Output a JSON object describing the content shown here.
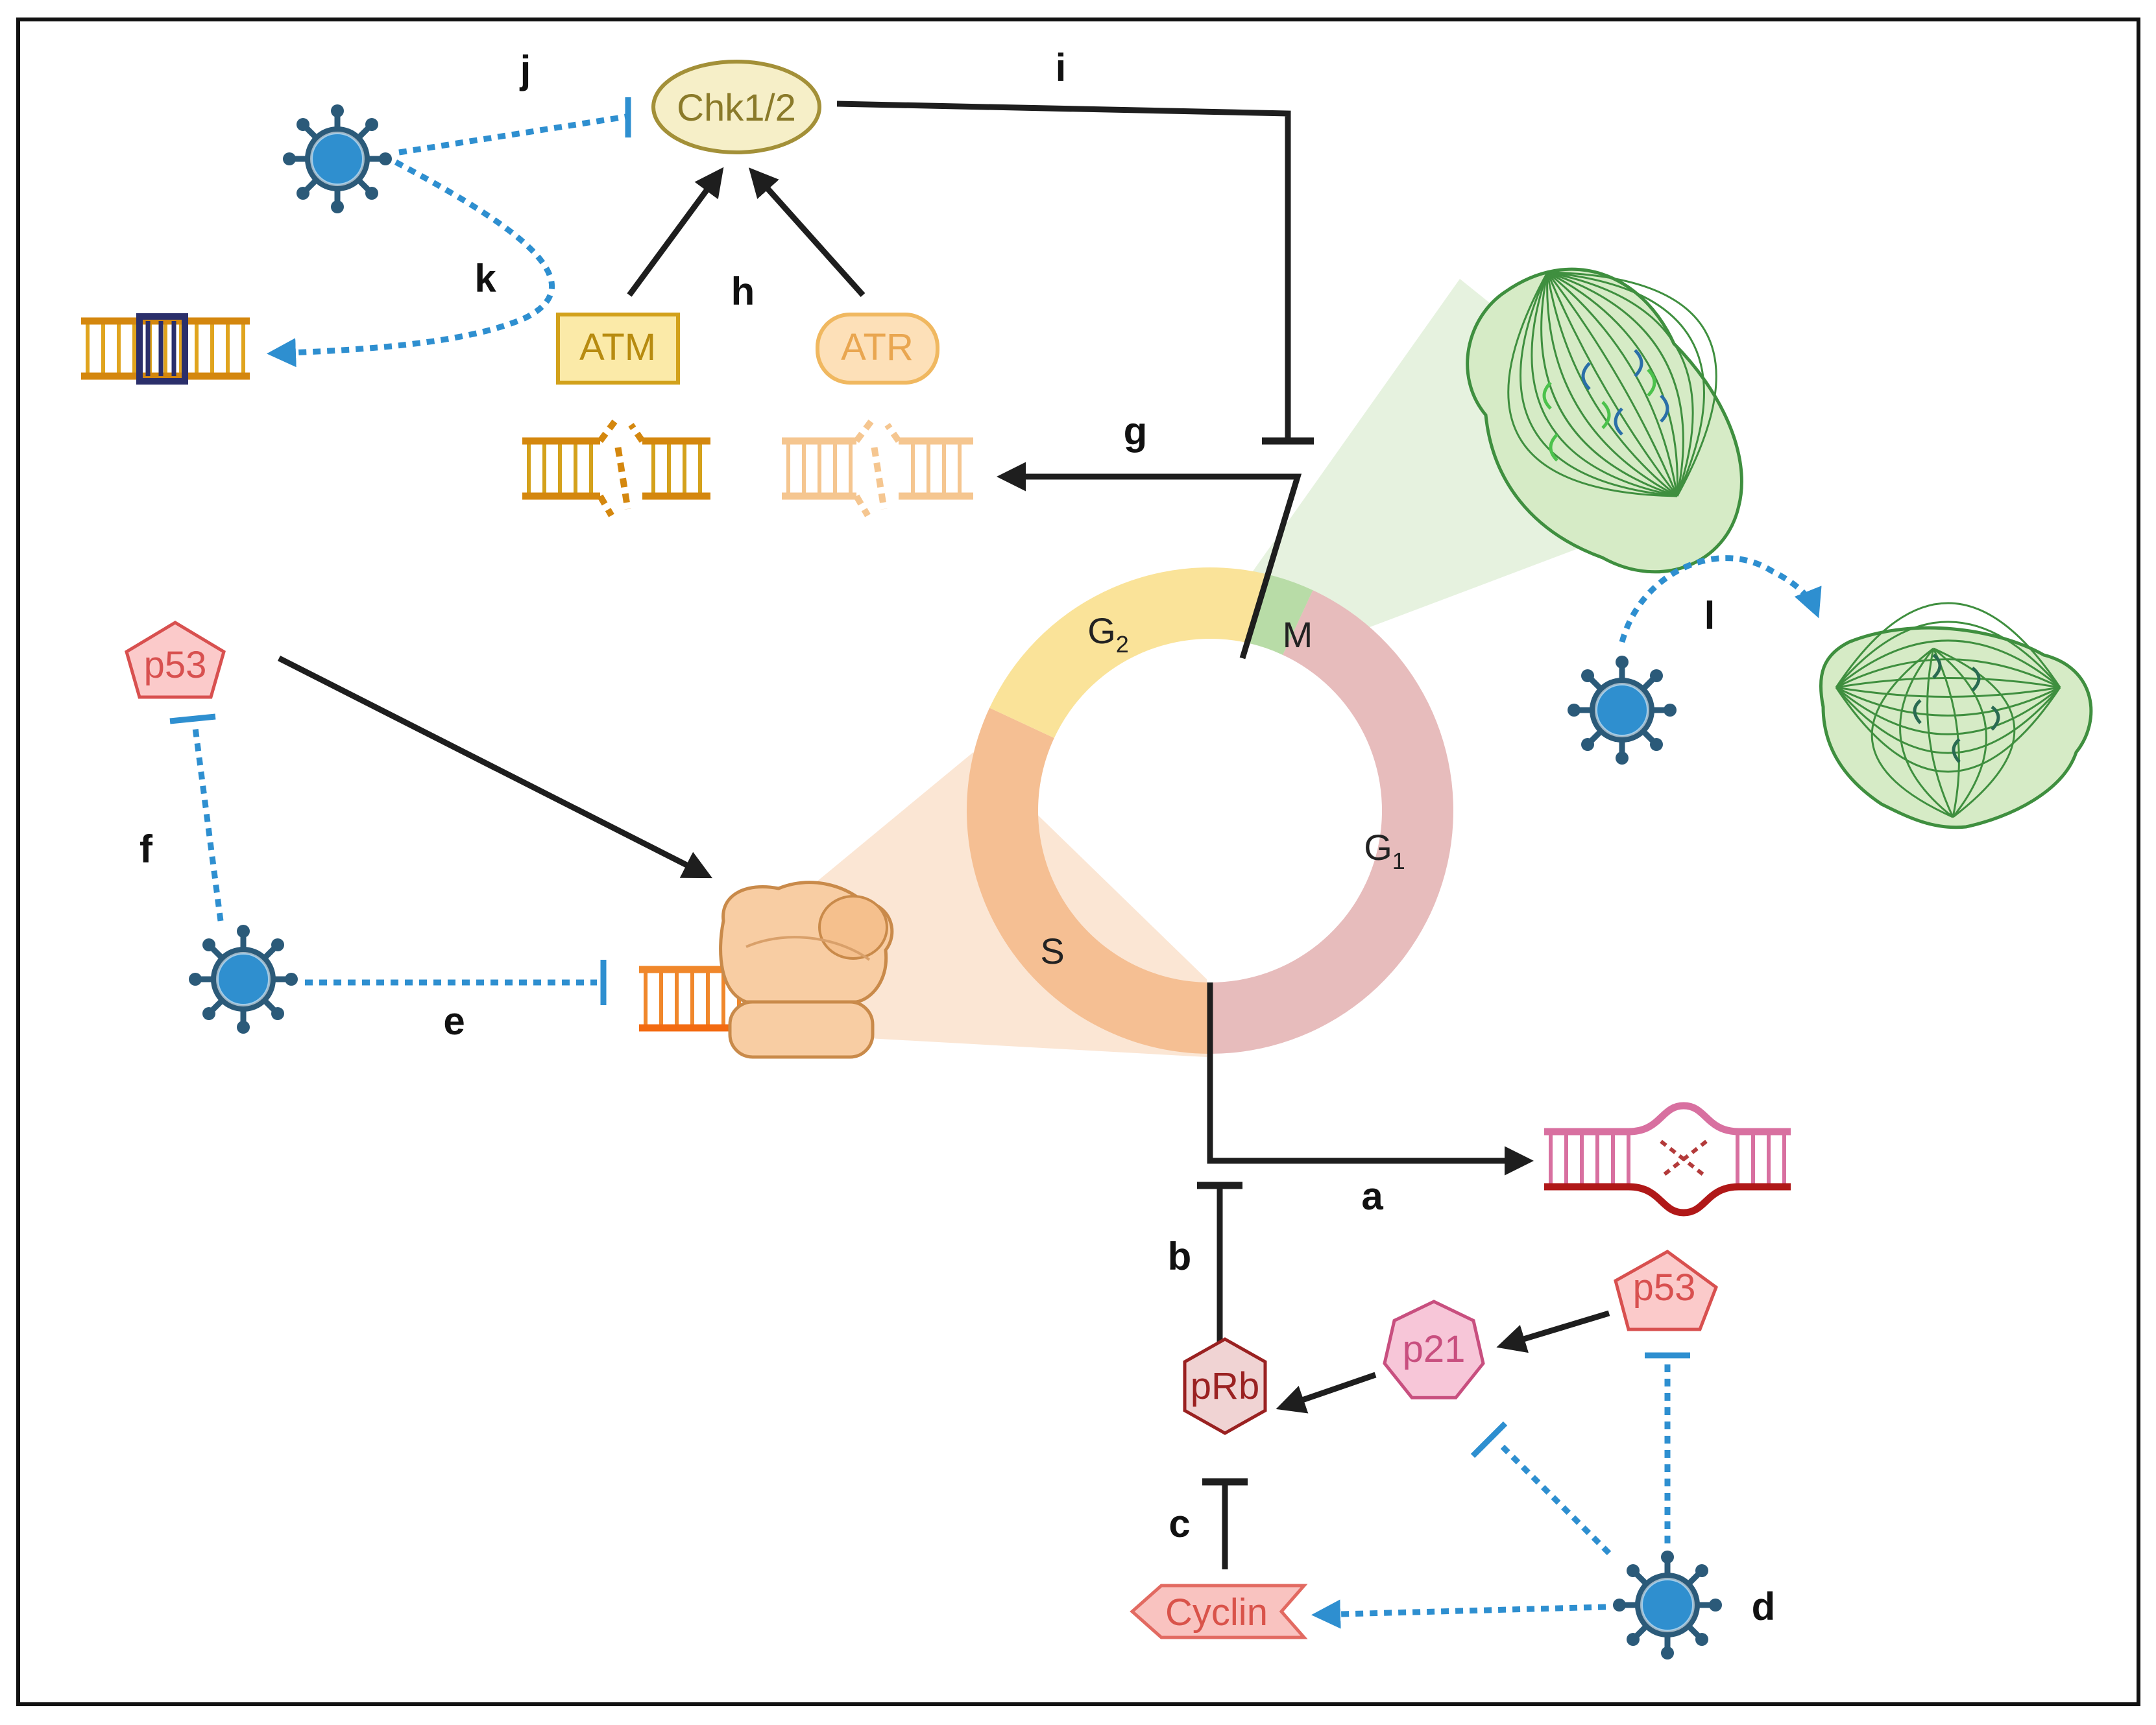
{
  "colors": {
    "inhibit_line": "#1e1e1e",
    "virus_line": "#2e8fd0",
    "virus_body": "#2f8fcf",
    "virus_dark": "#2b5a79",
    "g1": "#e7bcbc",
    "s": "#f5bf93",
    "g2": "#fae399",
    "m": "#b8dca7",
    "p53_fill": "#fbcaca",
    "p53_stroke": "#d8504f",
    "p21_fill": "#f7c6d8",
    "p21_stroke": "#c84f7f",
    "prb_fill": "#f0d3d3",
    "prb_stroke": "#9a2121",
    "cyclin_fill": "#f9c3c0",
    "cyclin_stroke": "#e26a61",
    "chk_fill": "#f6efc8",
    "chk_stroke": "#a39038",
    "atm_fill": "#fbeaa8",
    "atm_stroke": "#d2a11b",
    "atr_fill": "#fde0b8",
    "atr_stroke": "#f0b860",
    "spindle_fill": "#d6ebc6",
    "spindle_stroke": "#3f8f3f"
  },
  "cycle": {
    "phases": [
      {
        "name": "G",
        "sub": "1"
      },
      {
        "name": "S",
        "sub": ""
      },
      {
        "name": "G",
        "sub": "2"
      },
      {
        "name": "M",
        "sub": ""
      }
    ]
  },
  "nodes": {
    "chk": "Chk1/2",
    "atm": "ATM",
    "atr": "ATR",
    "p53_left": "p53",
    "p53_right": "p53",
    "p21": "p21",
    "prb": "pRb",
    "cyclin": "Cyclin"
  },
  "labels": {
    "a": "a",
    "b": "b",
    "c": "c",
    "d": "d",
    "e": "e",
    "f": "f",
    "g": "g",
    "h": "h",
    "i": "i",
    "j": "j",
    "k": "k",
    "l": "l"
  },
  "icons": [
    "virus-icon",
    "dna-icon",
    "damaged-dna-icon",
    "replication-complex-icon",
    "mitotic-spindle-icon",
    "abnormal-spindle-icon",
    "dna-bubble-icon"
  ]
}
